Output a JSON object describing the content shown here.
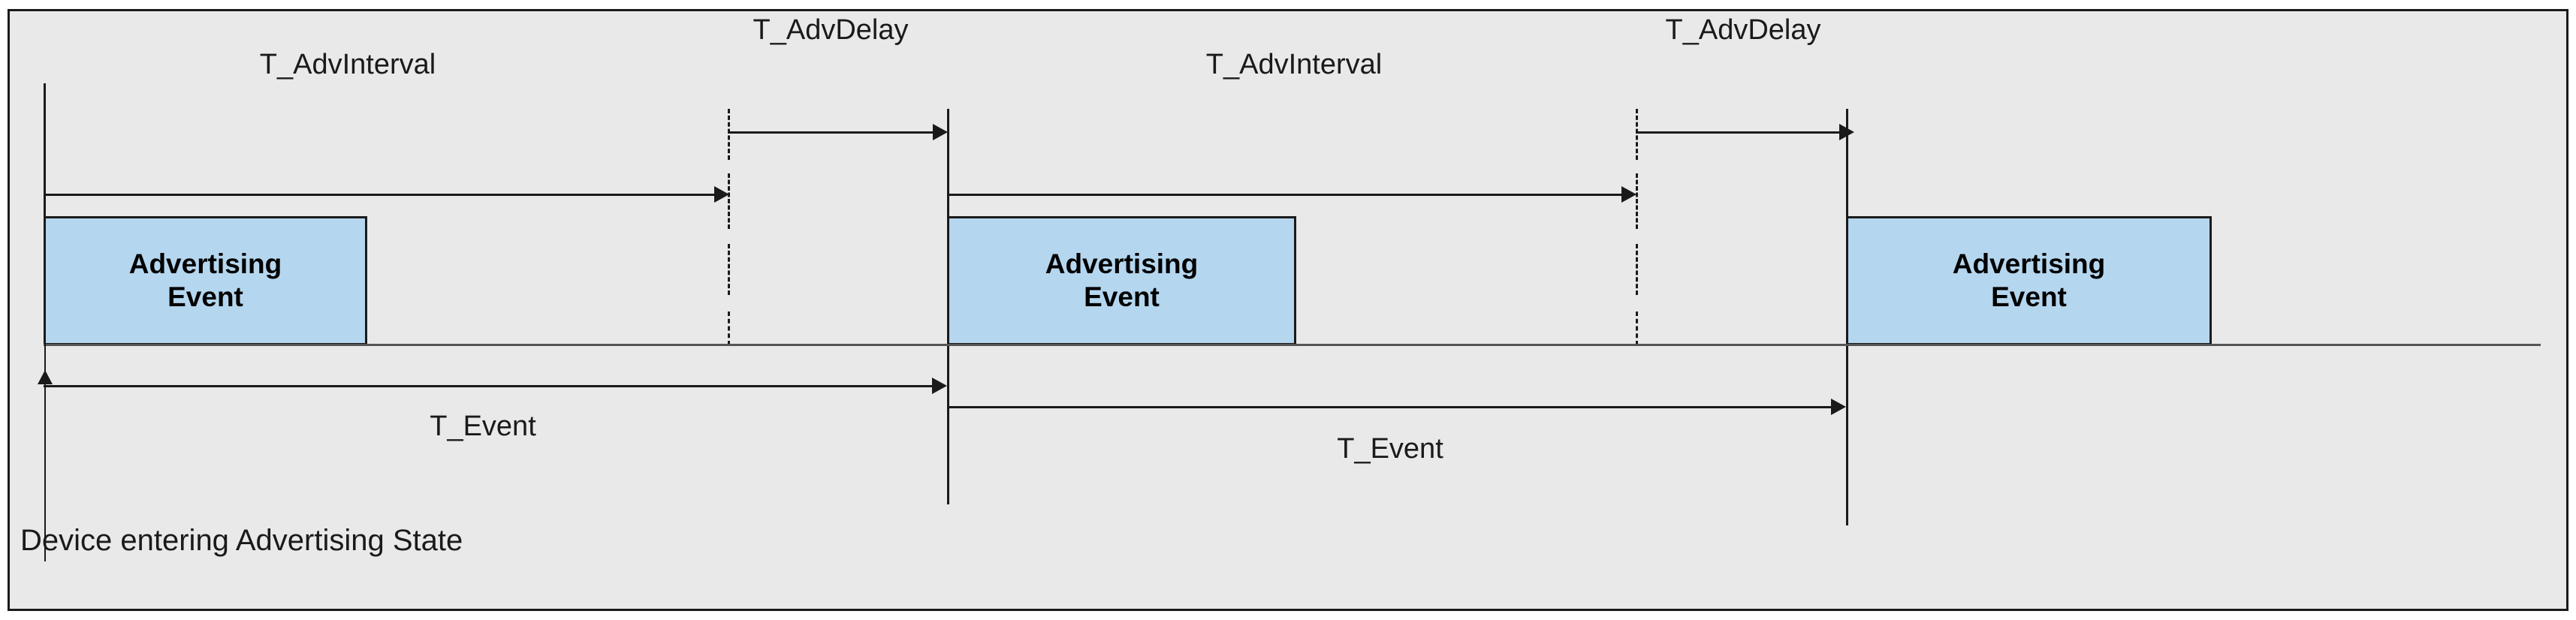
{
  "diagram": {
    "title_caption": "Device entering Advertising State",
    "colors": {
      "background": "#e9e9e9",
      "frame_border": "#1a1a1a",
      "event_fill": "#b5d6ef",
      "event_border": "#1a1a1a",
      "line": "#1a1a1a",
      "baseline": "#555555",
      "page_background": "#ffffff"
    },
    "events": [
      {
        "line1": "Advertising",
        "line2": "Event"
      },
      {
        "line1": "Advertising",
        "line2": "Event"
      },
      {
        "line1": "Advertising",
        "line2": "Event"
      }
    ],
    "intervals": [
      {
        "label": "T_AdvInterval"
      },
      {
        "label": "T_AdvInterval"
      }
    ],
    "delays": [
      {
        "label": "T_AdvDelay"
      },
      {
        "label": "T_AdvDelay"
      }
    ],
    "event_spans": [
      {
        "label": "T_Event"
      },
      {
        "label": "T_Event"
      }
    ]
  }
}
